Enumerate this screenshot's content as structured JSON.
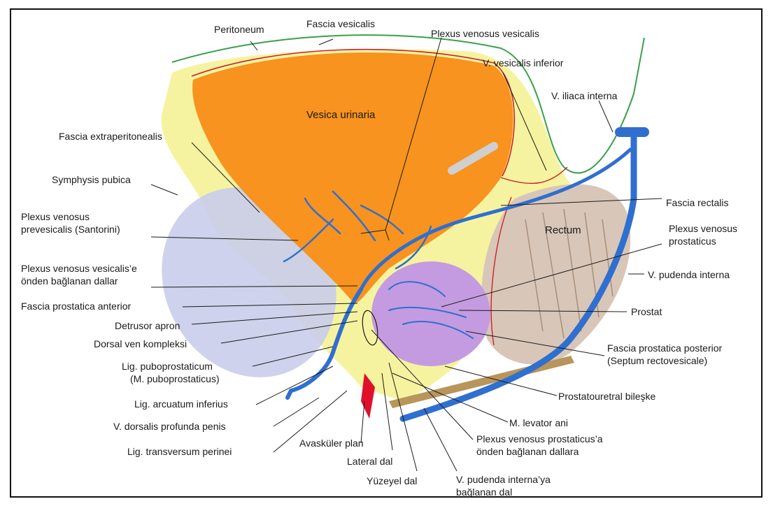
{
  "diagram": {
    "labels": {
      "peritoneum": "Peritoneum",
      "fascia_vesicalis": "Fascia vesicalis",
      "plexus_venosus_vesicalis": "Plexus venosus vesicalis",
      "v_vesicalis_inferior": "V. vesicalis inferior",
      "v_iliaca_interna": "V. iliaca interna",
      "vesica_urinaria": "Vesica urinaria",
      "fascia_extraperitonealis": "Fascia extraperitonealis",
      "symphysis_pubica": "Symphysis pubica",
      "fascia_rectalis": "Fascia rectalis",
      "plexus_prevesicalis_1": "Plexus venosus",
      "plexus_prevesicalis_2": "prevesicalis (Santorini)",
      "rectum": "Rectum",
      "plexus_prostaticus_1": "Plexus venosus",
      "plexus_prostaticus_2": "prostaticus",
      "plexus_vesicalis_onden_1": "Plexus venosus vesicalis’e",
      "plexus_vesicalis_onden_2": "önden bağlanan dallar",
      "v_pudenda_interna": "V. pudenda interna",
      "fascia_prostatica_anterior": "Fascia prostatica anterior",
      "prostat": "Prostat",
      "detrusor_apron": "Detrusor apron",
      "dorsal_ven_kompleksi": "Dorsal ven kompleksi",
      "fascia_prostatica_posterior_1": "Fascia prostatica posterior",
      "fascia_prostatica_posterior_2": "(Septum rectovesicale)",
      "lig_puboprostaticum_1": "Lig. puboprostaticum",
      "lig_puboprostaticum_2": "(M. puboprostaticus)",
      "prostatouretral_bileske": "Prostatouretral bileşke",
      "lig_arcuatum_inferius": "Lig. arcuatum inferius",
      "m_levator_ani": "M. levator ani",
      "v_dorsalis_profunda_penis": "V. dorsalis profunda penis",
      "plexus_prostaticus_onden_1": "Plexus venosus prostaticus’a",
      "plexus_prostaticus_onden_2": "önden bağlanan dallara",
      "lig_transversum_perinei": "Lig. transversum perinei",
      "avaskuler_plan": "Avasküler plan",
      "lateral_dal": "Lateral dal",
      "yuzeyel_dal": "Yüzeyel dal",
      "v_pudenda_interna_ya_1": "V. pudenda interna’ya",
      "v_pudenda_interna_ya_2": "bağlanan dal"
    },
    "colors": {
      "bladder": "#f7931e",
      "fat": "#f6f3a0",
      "symphysis": "#c9cdea",
      "prostate": "#c49be0",
      "rectum": "#d8c6b8",
      "vein": "#2f6fd0",
      "fascia_line": "#d0202a",
      "peritoneum_line": "#3aa04a",
      "leader_line": "#1a1a1a",
      "septum": "#b8955a",
      "artery": "#e0102a"
    }
  }
}
